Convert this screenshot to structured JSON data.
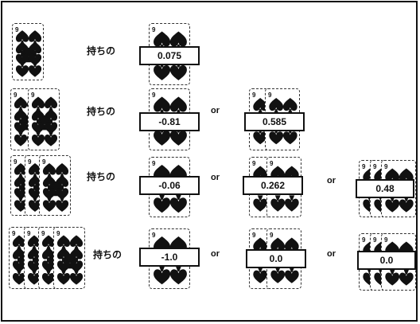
{
  "row_label": "持ちの",
  "or_label": "or",
  "rows": [
    {
      "hand_cards": 1,
      "options": [
        {
          "value": "0.075"
        }
      ]
    },
    {
      "hand_cards": 2,
      "options": [
        {
          "value": "-0.81"
        },
        {
          "value": "0.585"
        }
      ]
    },
    {
      "hand_cards": 3,
      "options": [
        {
          "value": "-0.06"
        },
        {
          "value": "0.262"
        },
        {
          "value": "0.48"
        }
      ]
    },
    {
      "hand_cards": 4,
      "options": [
        {
          "value": "-1.0"
        },
        {
          "value": "0.0"
        },
        {
          "value": "0.0"
        }
      ]
    }
  ],
  "card_rank_glyph": "9",
  "suit_icon": "spade-icon",
  "colors": {
    "ink": "#111111",
    "paper": "#ffffff"
  }
}
